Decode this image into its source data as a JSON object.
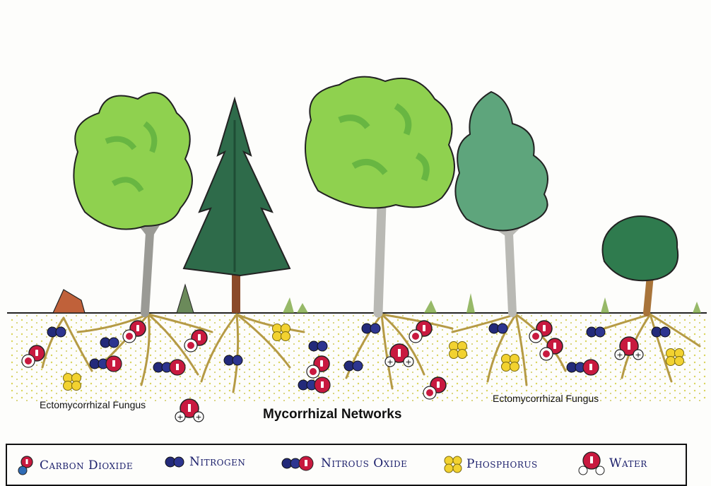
{
  "labels": {
    "fungus_left": "Ectomycorrhizal Fungus",
    "fungus_right": "Ectomycorrhizal Fungus",
    "network_title": "Mycorrhizal Networks"
  },
  "legend": {
    "items": [
      {
        "label": "Carbon Dioxide",
        "icon": "carbon-dioxide-icon"
      },
      {
        "label": "Nitrogen",
        "icon": "nitrogen-icon"
      },
      {
        "label": "Nitrous Oxide",
        "icon": "nitrous-oxide-icon"
      },
      {
        "label": "Phosphorus",
        "icon": "phosphorus-icon"
      },
      {
        "label": "Water",
        "icon": "water-icon"
      }
    ]
  },
  "colors": {
    "light_green": "#8fd14f",
    "dark_green": "#2e6b4a",
    "sage_green": "#5ea57c",
    "root_tan": "#b59a45",
    "soil_dots": "#d6cf4a",
    "molecule_red": "#c8193f",
    "molecule_blue": "#232a7a",
    "phosphorus_yellow": "#f2d230",
    "trunk_gray": "#b9b9b4"
  }
}
